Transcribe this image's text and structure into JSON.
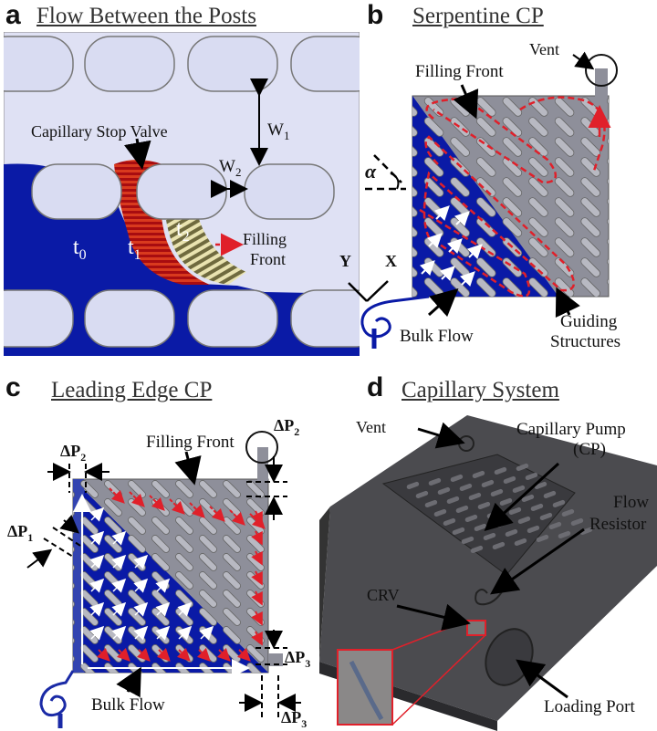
{
  "panels": [
    {
      "letter": "a",
      "title": "Flow Between the Posts"
    },
    {
      "letter": "b",
      "title": "Serpentine CP"
    },
    {
      "letter": "c",
      "title": "Leading Edge CP"
    },
    {
      "letter": "d",
      "title": "Capillary System"
    }
  ],
  "a": {
    "capillary_stop_valve": "Capillary Stop Valve",
    "w1": "W",
    "w1_sub": "1",
    "w2": "W",
    "w2_sub": "2",
    "t0": "t",
    "t0_sub": "0",
    "t1": "t",
    "t1_sub": "1",
    "t2": "t",
    "t2_sub": "2",
    "filling": "Filling",
    "front": "Front"
  },
  "b": {
    "vent": "Vent",
    "filling_front": "Filling Front",
    "alpha": "α",
    "axis_y": "Y",
    "axis_x": "X",
    "bulk_flow": "Bulk Flow",
    "guiding": "Guiding",
    "structures": "Structures"
  },
  "c": {
    "filling_front": "Filling Front",
    "dp": "ΔP",
    "dp1_sub": "1",
    "dp2_sub": "2",
    "dp3_sub": "3",
    "bulk_flow": "Bulk Flow"
  },
  "d": {
    "vent": "Vent",
    "capillary_pump": "Capillary Pump",
    "cp": "(CP)",
    "flow": "Flow",
    "resistor": "Resistor",
    "crv": "CRV",
    "loading_port": "Loading Port"
  },
  "colors": {
    "blue": "#0a1aa6",
    "grey": "#8e8f9a",
    "red": "#e0202a",
    "post": "#d9dcf2"
  }
}
